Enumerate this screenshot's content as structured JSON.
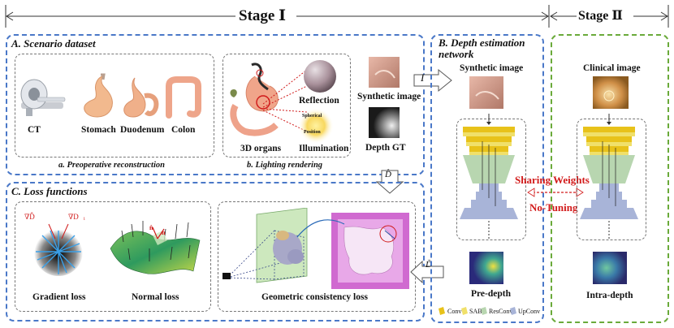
{
  "stage1": {
    "label": "Stage Ⅰ"
  },
  "stage2": {
    "label": "Stage Ⅱ"
  },
  "scenario": {
    "title": "A. Scenario dataset",
    "preop_items": [
      "CT",
      "Stomach",
      "Duodenum",
      "Colon"
    ],
    "preop_caption": "a. Preoperative reconstruction",
    "lighting": {
      "reflection": "Reflection",
      "spherical": "Spherical",
      "position": "Position",
      "illumination": "Illumination",
      "organs": "3D organs"
    },
    "lighting_caption": "b. Lighting rendering",
    "synthetic_image": "Synthetic image",
    "depth_gt": "Depth GT"
  },
  "loss": {
    "title": "C. Loss functions",
    "gradient": "Gradient loss",
    "normal": "Normal loss",
    "geometric": "Geometric consistency loss",
    "grad_left": "∇D̂",
    "grad_right": "∇D",
    "grad_sub": "i",
    "normal_hat": "n̂",
    "normal_n": "n"
  },
  "arrows": {
    "input": "I",
    "dhat_down": "D̂",
    "dtilde": "D̃"
  },
  "network": {
    "title": "B. Depth estimation network",
    "synthetic_image": "Synthetic image",
    "pre_depth": "Pre-depth",
    "legend": [
      "Conv",
      "SAB",
      "ResConv",
      "UpConv"
    ]
  },
  "clinical": {
    "image": "Clinical image",
    "intra_depth": "Intra-depth"
  },
  "sharing": {
    "line1": "Sharing  Weights",
    "line2": "No-Tuning"
  },
  "colors": {
    "blue_box": "#4a78c8",
    "green_box": "#6aaa3a",
    "red_text": "#d21a1a",
    "conv": "#e8c21a",
    "sab": "#f0e06a",
    "resconv": "#b8d6b0",
    "upconv": "#a8b4d8"
  }
}
